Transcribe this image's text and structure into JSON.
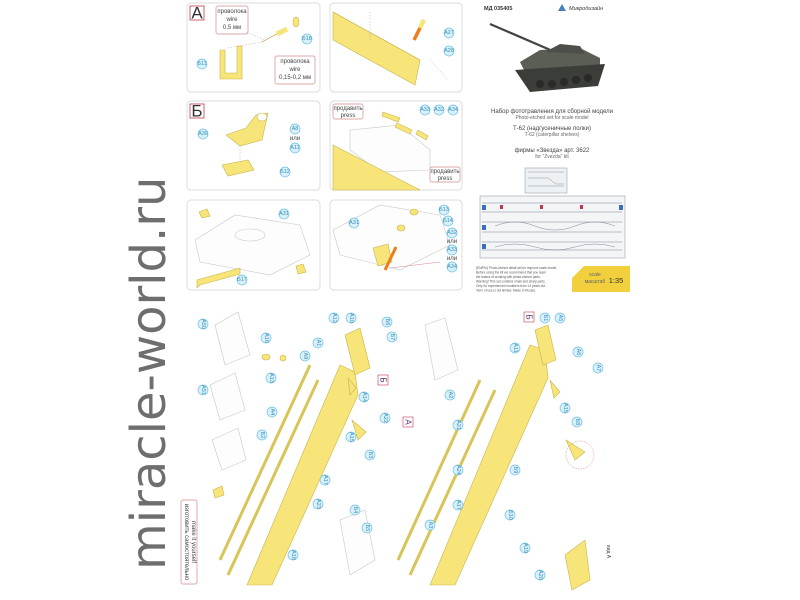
{
  "header": {
    "article": "МД 035405",
    "brand": "Микродизайн"
  },
  "title": {
    "line1_ru": "Набор фототравления для сборной модели",
    "line1_en": "Photo-etched set for scale model",
    "line2_ru": "Т-62 (надгусеничные полки)",
    "line2_en": "T-62 (caterpillar shelves)",
    "line3_ru": "фирмы «Звезда» арт. 3622",
    "line3_en": "for \"Zvezda\" kit"
  },
  "info": {
    "text": [
      "(EN/RU) Photo-etched detail set for improve scale model.",
      "Before using the kit we recommend that you learn",
      "the basics of working with photo-etched parts.",
      "Warning! This set contains small and sharp parts.",
      "Only for experienced modelers from 14 years old.",
      "Term of use is not limited. Made in Russia."
    ],
    "scale_label_ru": "scale",
    "scale_label_en": "масштаб",
    "scale": "1:35"
  },
  "panels": {
    "a": {
      "letter": "А",
      "wire1_ru": "проволока",
      "wire1_en": "wire",
      "wire1_size": "0,5 мм",
      "wire2_ru": "проволока",
      "wire2_en": "wire",
      "wire2_size": "0,15-0,2 мм",
      "parts": [
        "Б11",
        "Б18"
      ]
    },
    "a2": {
      "parts": [
        "А27",
        "А28"
      ]
    },
    "b": {
      "letter": "Б",
      "parts": [
        "А36",
        "А8",
        "А11",
        "Б12"
      ],
      "or": "или"
    },
    "b2": {
      "press1_ru": "продавить",
      "press1_en": "press",
      "press2_ru": "продавить",
      "press2_en": "press",
      "parts": [
        "А33",
        "А32",
        "А34"
      ]
    },
    "c": {
      "parts": [
        "А31",
        "Б17"
      ]
    },
    "d": {
      "parts": [
        "А31",
        "Б13",
        "Б14",
        "А32",
        "А33",
        "А34"
      ],
      "or1": "или",
      "or2": "или"
    }
  },
  "lower": {
    "left_parts": [
      "А50",
      "А16",
      "А13",
      "А51",
      "А12",
      "А10",
      "Б6",
      "А1",
      "А9",
      "А4",
      "Б7",
      "А14",
      "Б2",
      "А22",
      "А15",
      "Б3",
      "А17",
      "А23",
      "Б4",
      "Б5",
      "А18"
    ],
    "right_parts": [
      "А11",
      "Б1",
      "А5",
      "А6",
      "А7",
      "А2",
      "А21",
      "А15",
      "Б8",
      "А24",
      "Б9",
      "А17",
      "А3",
      "Б10",
      "А19",
      "А20"
    ],
    "marker_b_left": "Б",
    "marker_b_right": "Б",
    "marker_a": "А",
    "make_ru": "изготовить самостоятельно",
    "make_en": "make it yourself",
    "view_right": "вид А"
  },
  "watermark": "miracle-world.ru"
}
